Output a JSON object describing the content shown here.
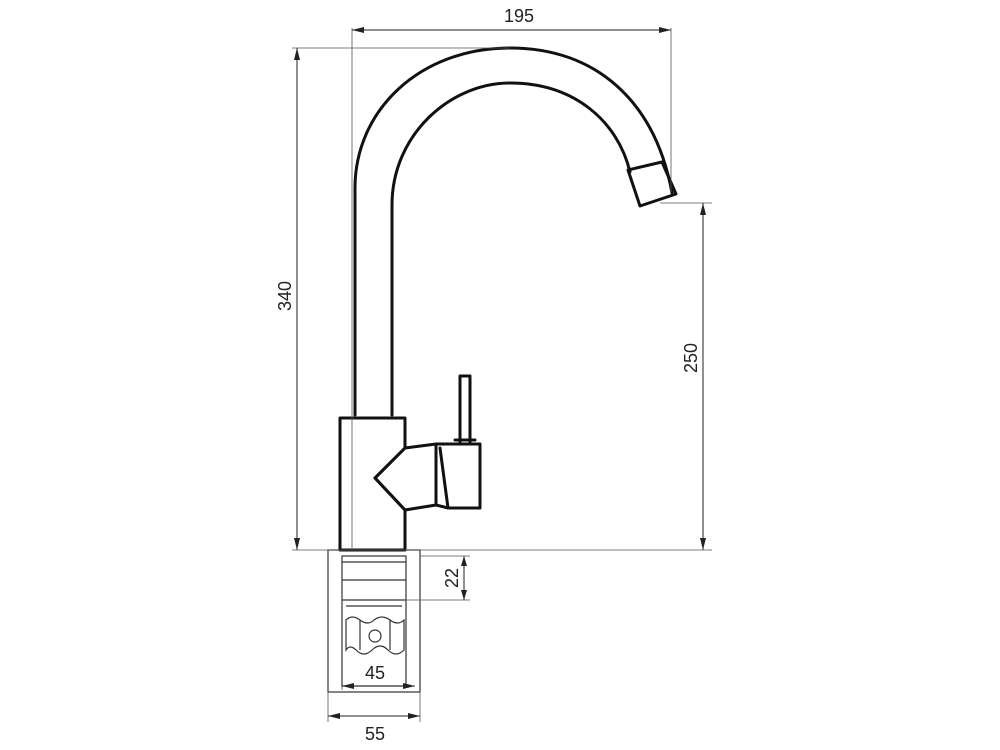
{
  "dimensions": {
    "top_width": "195",
    "total_height": "340",
    "spout_height": "250",
    "thread_length": "22",
    "base_inner_width": "45",
    "base_outer_width": "55"
  }
}
